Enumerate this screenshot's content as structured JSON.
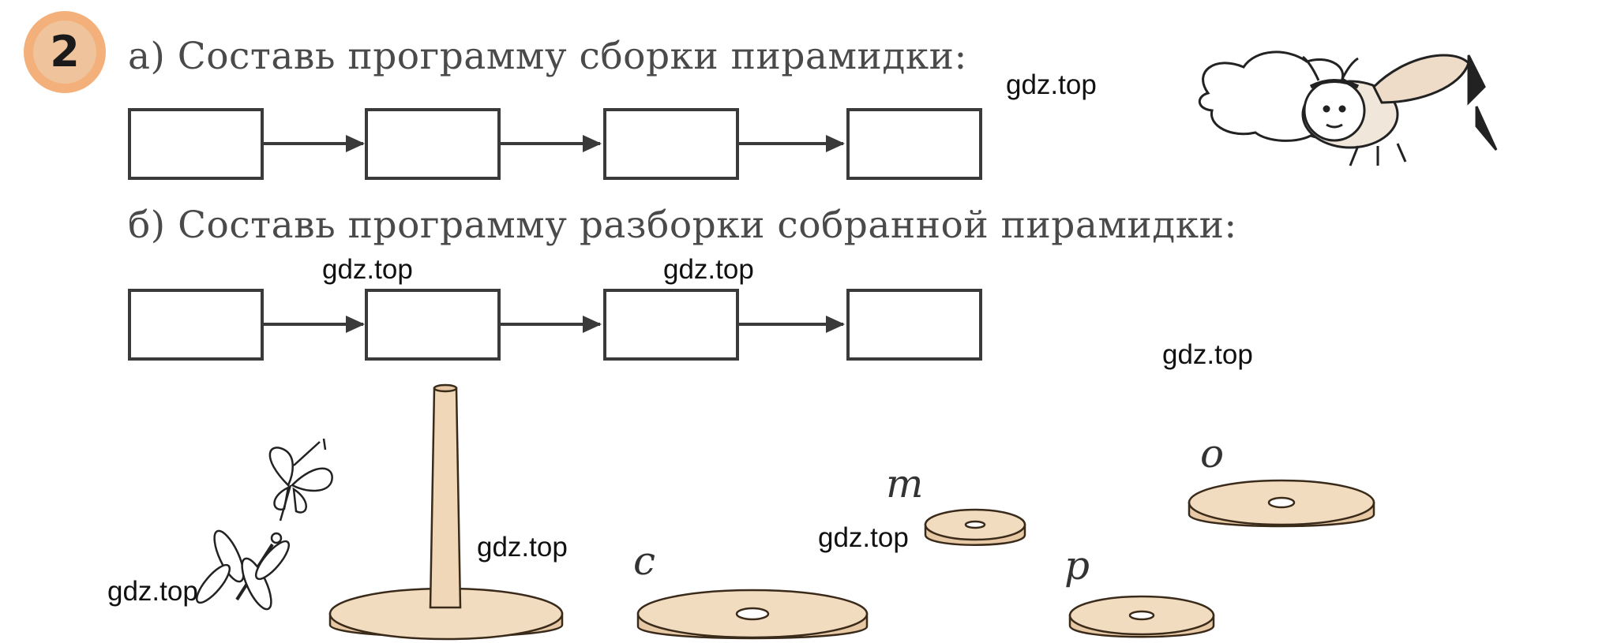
{
  "task_number": "2",
  "task_a": "а) Составь программу сборки пирамидки:",
  "task_b": "б) Составь программу разборки собранной пирамидки:",
  "watermarks": [
    "gdz.top",
    "gdz.top",
    "gdz.top",
    "gdz.top",
    "gdz.top",
    "gdz.top",
    "gdz.top"
  ],
  "ring_labels": {
    "c": "c",
    "m": "m",
    "p": "p",
    "o": "o"
  },
  "colors": {
    "badge_outer": "#f3b07a",
    "badge_inner": "#efc39c",
    "wood": "#f2dcc0",
    "wood_edge": "#e7c9a6",
    "ink": "#3a3a3a"
  }
}
